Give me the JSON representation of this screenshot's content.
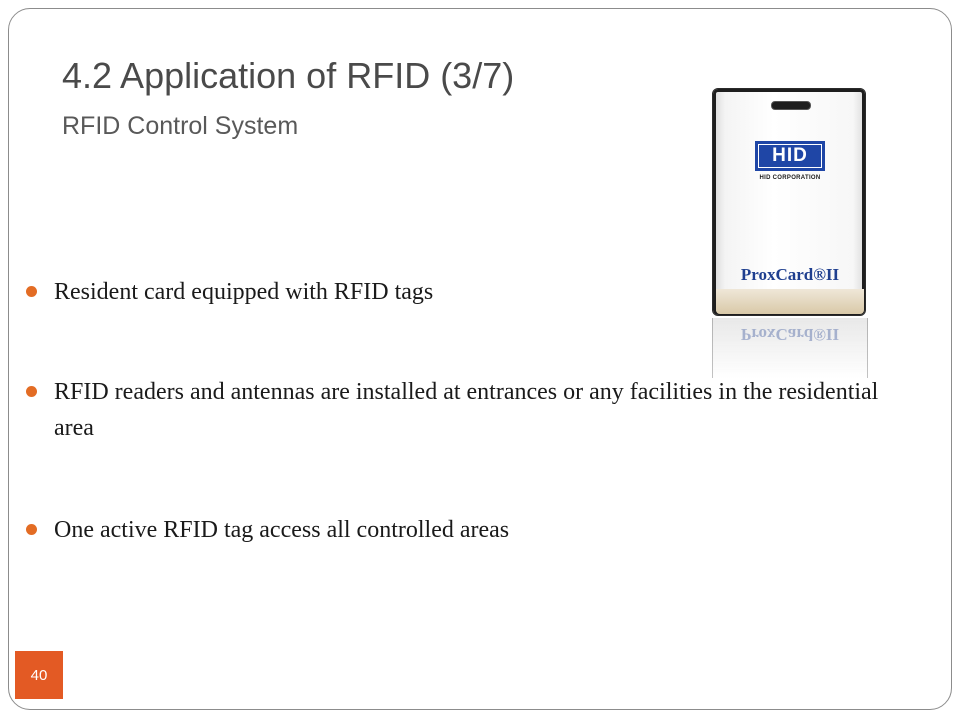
{
  "slide": {
    "title": "4.2 Application of RFID (3/7)",
    "subtitle": "RFID Control System",
    "bullets": [
      "Resident card equipped with RFID tags",
      "RFID readers and antennas are installed at entrances or any facilities in the residential area",
      "One active RFID tag access all controlled areas"
    ],
    "page_number": "40"
  },
  "card": {
    "logo": "HID",
    "company": "HID CORPORATION",
    "product": "ProxCard®II"
  },
  "colors": {
    "accent": "#e36c24",
    "page_badge": "#e35a24",
    "hid_blue": "#1f46a6"
  }
}
